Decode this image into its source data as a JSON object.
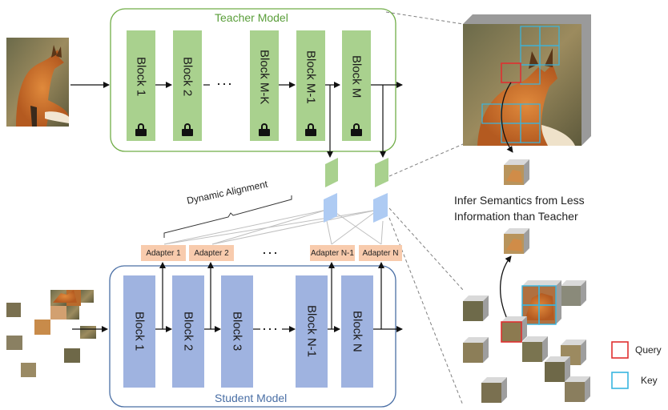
{
  "teacher": {
    "title": "Teacher Model",
    "blocks": [
      "Block 1",
      "Block 2",
      "Block M-K",
      "Block M-1",
      "Block M"
    ],
    "ellipsis": "···"
  },
  "student": {
    "title": "Student Model",
    "blocks": [
      "Block 1",
      "Block 2",
      "Block 3",
      "Block N-1",
      "Block N"
    ],
    "ellipsis": "···"
  },
  "adapters": {
    "labels": [
      "Adapter 1",
      "Adapter 2",
      "Adapter N-1",
      "Adapter N"
    ],
    "ellipsis": "···"
  },
  "dynamic_alignment": "Dynamic Alignment",
  "caption": {
    "line1": "Infer Semantics from Less",
    "line2": "Information than Teacher"
  },
  "legend": {
    "query": "Query",
    "key": "Key"
  },
  "colors": {
    "teacher_block": "#a9d18e",
    "student_block": "#9fb3e0",
    "adapter": "#f8cbad",
    "teacher_frame": "#70ad47",
    "student_frame": "#4a6fa5",
    "query": "#e03030",
    "key": "#38b6e0"
  }
}
